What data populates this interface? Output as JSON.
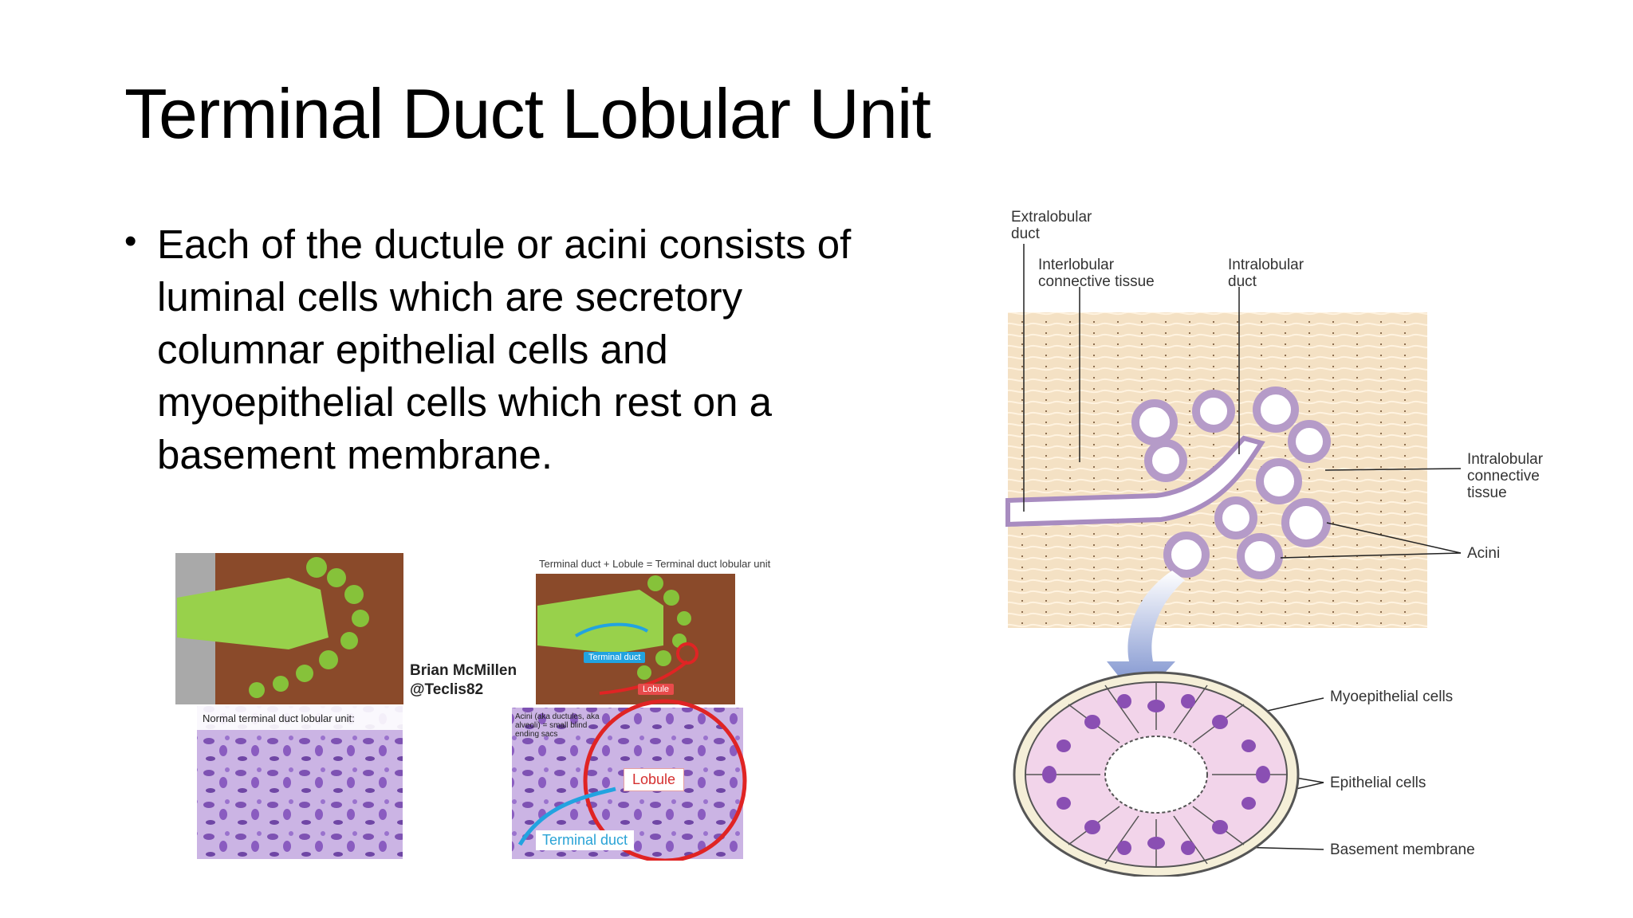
{
  "slide": {
    "title": "Terminal Duct Lobular Unit",
    "bullet": "Each of the ductule or acini consists of luminal cells which are secretory columnar epithelial cells and myoepithelial cells which rest on a basement membrane."
  },
  "left_figure": {
    "credit": "Brian McMillen\n@Teclis82",
    "caption_normal": "Normal terminal duct lobular unit:",
    "legend": "Terminal duct + Lobule = Terminal duct lobular unit",
    "acini_note": "Acini (aka ductules, aka alveoli) = small blind ending sacs",
    "tag_terminal_duct_small": "Terminal duct",
    "tag_lobule_small": "Lobule",
    "tag_lobule": "Lobule",
    "tag_terminal_duct": "Terminal duct"
  },
  "right_figure": {
    "labels": {
      "extralobular_duct": "Extralobular\nduct",
      "interlobular_ct": "Interlobular\nconnective tissue",
      "intralobular_duct": "Intralobular\nduct",
      "intralobular_ct": "Intralobular\nconnective\ntissue",
      "acini": "Acini",
      "myoepithelial": "Myoepithelial cells",
      "epithelial": "Epithelial cells",
      "basement": "Basement membrane"
    }
  },
  "colors": {
    "tissue": "#f4e1c4",
    "acinus_ring": "#b59bc8",
    "cell_fill": "#f2d4ea",
    "nucleus": "#8a4fb3",
    "arrow": "#6f86c9",
    "wood": "#8a4a2a",
    "broccoli": "#98d14b",
    "histology": "#a68bd0",
    "lobule_circle": "#e02424",
    "duct_blue": "#22a3e0"
  }
}
